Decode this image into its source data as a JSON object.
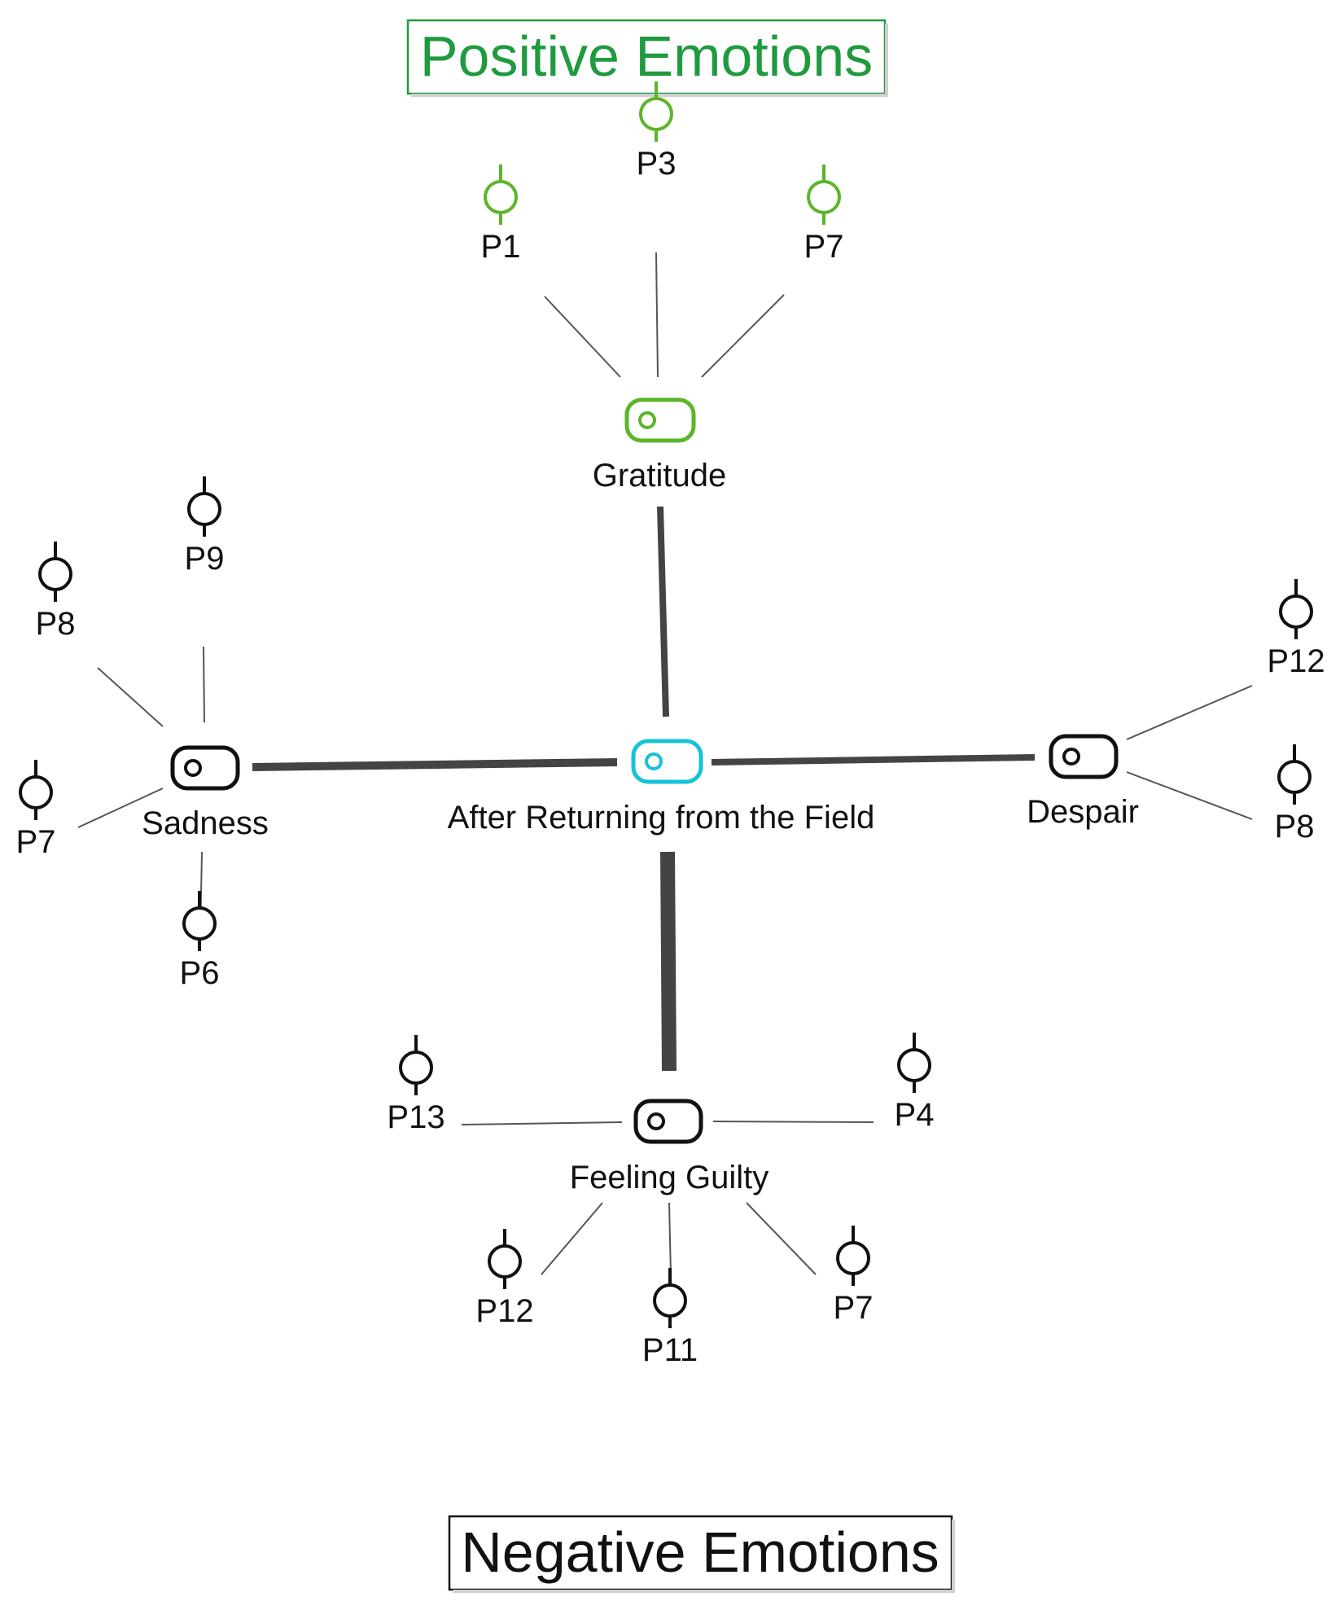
{
  "titles": {
    "positive": "Positive Emotions",
    "negative": "Negative Emotions"
  },
  "nodes": {
    "center": "After Returning from the Field",
    "gratitude": "Gratitude",
    "sadness": "Sadness",
    "despair": "Despair",
    "guilty": "Feeling Guilty"
  },
  "participants": {
    "gratitude": [
      "P1",
      "P3",
      "P7"
    ],
    "sadness": [
      "P9",
      "P8",
      "P7",
      "P6"
    ],
    "despair": [
      "P12",
      "P8"
    ],
    "guilty": [
      "P13",
      "P4",
      "P12",
      "P11",
      "P7"
    ]
  },
  "colors": {
    "positive": "#1f9a3f",
    "positive_icon": "#5db52a",
    "negative": "#111111",
    "center_icon": "#16c3d6",
    "edge": "#444444"
  },
  "icons": {
    "code_node": "tag-icon",
    "participant": "person-pin-icon"
  }
}
